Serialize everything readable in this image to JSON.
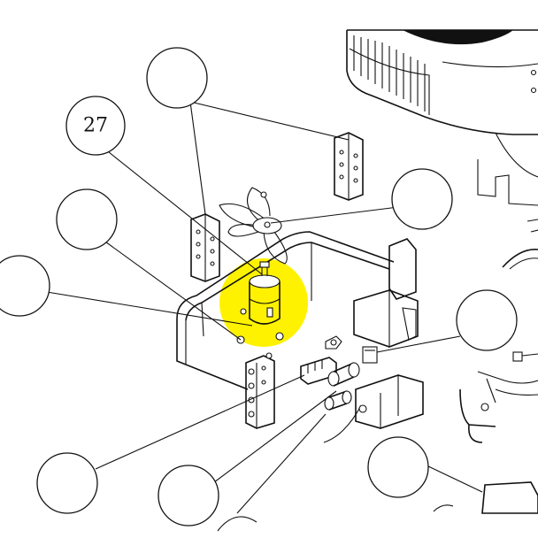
{
  "diagram": {
    "highlight_color": "#fff200",
    "line_color": "#111111",
    "callouts": [
      {
        "id": "c1",
        "label": ""
      },
      {
        "id": "c2",
        "label": "27"
      },
      {
        "id": "c3",
        "label": ""
      },
      {
        "id": "c4",
        "label": ""
      },
      {
        "id": "c5",
        "label": ""
      },
      {
        "id": "c6",
        "label": ""
      },
      {
        "id": "c7",
        "label": ""
      },
      {
        "id": "c8",
        "label": ""
      },
      {
        "id": "c9",
        "label": ""
      }
    ]
  }
}
